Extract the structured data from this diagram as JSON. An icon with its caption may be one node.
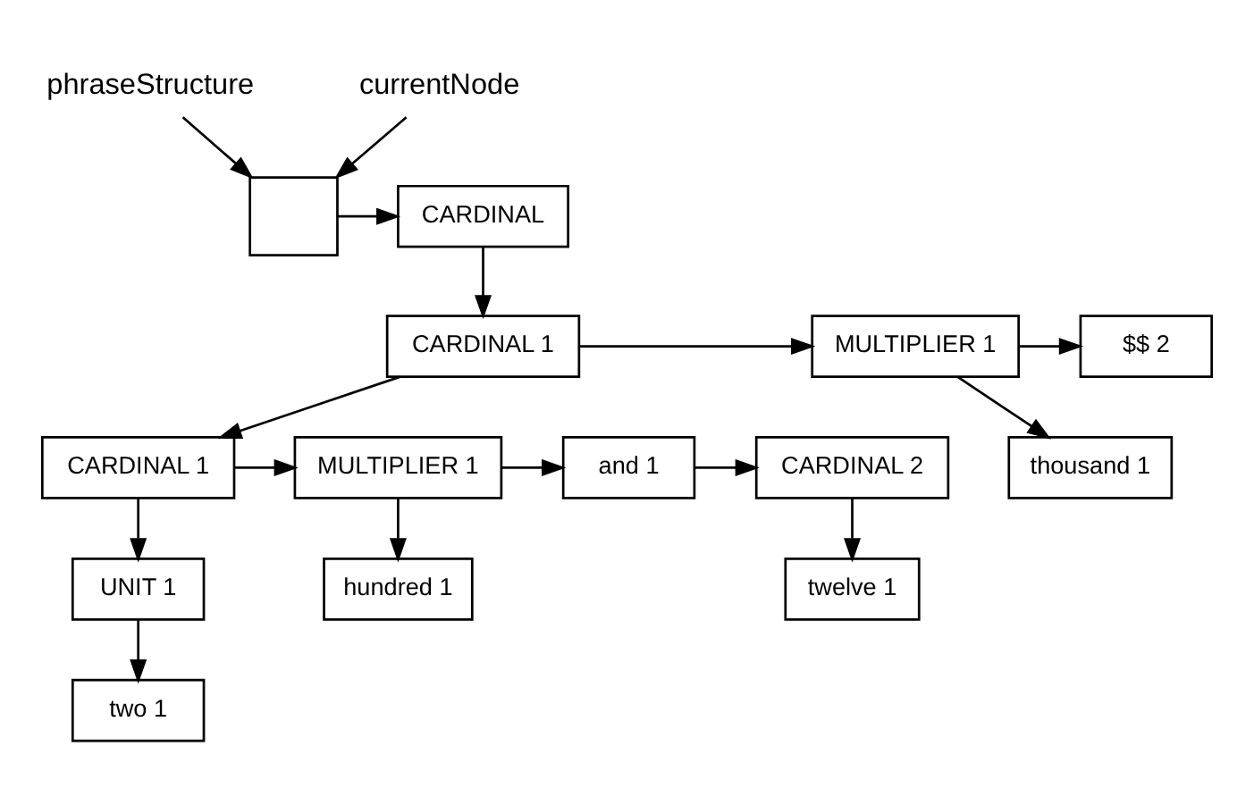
{
  "diagram": {
    "nodes": [
      {
        "text": [
          "phraseStructure"
        ]
      },
      {
        "text": [
          "currentNode"
        ]
      },
      {
        "text": [],
        "shape": "box"
      },
      {
        "text": [
          "CARDINAL"
        ]
      },
      {
        "text": [
          "CARDINAL 1"
        ]
      },
      {
        "text": [
          "MULTIPLIER 1"
        ]
      },
      {
        "text": [
          "$$ 2"
        ]
      },
      {
        "text": [
          "CARDINAL 1"
        ]
      },
      {
        "text": [
          "MULTIPLIER 1"
        ]
      },
      {
        "text": [
          "and 1"
        ]
      },
      {
        "text": [
          "CARDINAL 2"
        ]
      },
      {
        "text": [
          "thousand 1"
        ]
      },
      {
        "text": [
          "UNIT 1"
        ]
      },
      {
        "text": [
          "hundred 1"
        ]
      },
      {
        "text": [
          "twelve 1"
        ]
      },
      {
        "text": [
          "two 1"
        ]
      }
    ],
    "edges": [
      {
        "from": 0,
        "to": 2,
        "arrow": "to"
      },
      {
        "from": 1,
        "to": 2,
        "arrow": "to"
      },
      {
        "from": 2,
        "to": 3,
        "arrow": "to"
      },
      {
        "from": 3,
        "to": 4,
        "arrow": "to"
      },
      {
        "from": 4,
        "to": 5,
        "arrow": "to"
      },
      {
        "from": 5,
        "to": 6,
        "arrow": "to"
      },
      {
        "from": 4,
        "to": 7,
        "arrow": "to"
      },
      {
        "from": 7,
        "to": 8,
        "arrow": "to"
      },
      {
        "from": 8,
        "to": 9,
        "arrow": "to"
      },
      {
        "from": 9,
        "to": 10,
        "arrow": "to"
      },
      {
        "from": 5,
        "to": 11,
        "arrow": "to"
      },
      {
        "from": 7,
        "to": 12,
        "arrow": "to"
      },
      {
        "from": 8,
        "to": 13,
        "arrow": "to"
      },
      {
        "from": 10,
        "to": 14,
        "arrow": "to"
      },
      {
        "from": 12,
        "to": 15,
        "arrow": "to"
      }
    ]
  }
}
